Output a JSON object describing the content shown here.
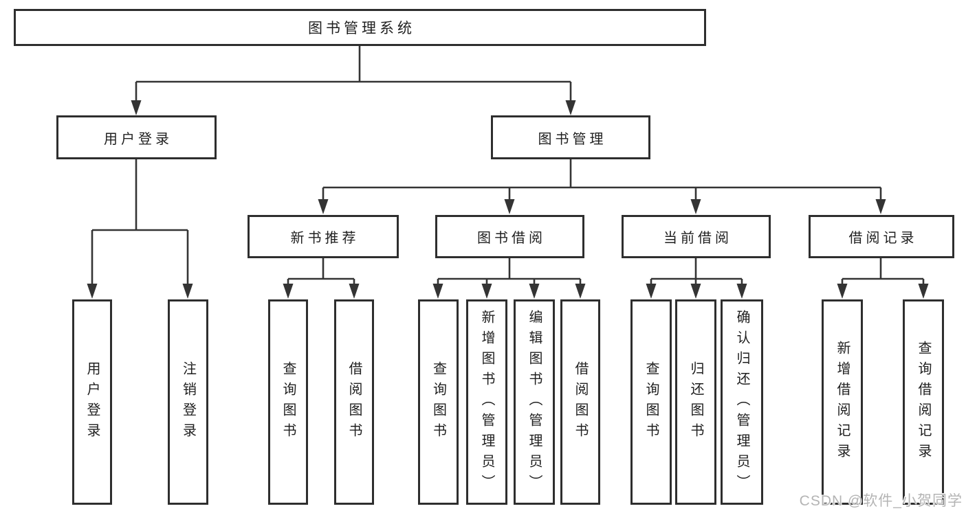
{
  "tree": {
    "label": "图书管理系统",
    "children": [
      {
        "label": "用户登录",
        "children": [
          {
            "label": "用户登录"
          },
          {
            "label": "注销登录"
          }
        ]
      },
      {
        "label": "图书管理",
        "children": [
          {
            "label": "新书推荐",
            "children": [
              {
                "label": "查询图书"
              },
              {
                "label": "借阅图书"
              }
            ]
          },
          {
            "label": "图书借阅",
            "children": [
              {
                "label": "查询图书"
              },
              {
                "label": "新增图书（管理员）"
              },
              {
                "label": "编辑图书（管理员）"
              },
              {
                "label": "借阅图书"
              }
            ]
          },
          {
            "label": "当前借阅",
            "children": [
              {
                "label": "查询图书"
              },
              {
                "label": "归还图书"
              },
              {
                "label": "确认归还（管理员）"
              }
            ]
          },
          {
            "label": "借阅记录",
            "children": [
              {
                "label": "新增借阅记录"
              },
              {
                "label": "查询借阅记录"
              }
            ]
          }
        ]
      }
    ]
  },
  "watermark": {
    "text": "CSDN @软件_小贺同学"
  },
  "colors": {
    "line": "#343434",
    "box_border": "#2e2e2e",
    "text": "#1f1f1f",
    "watermark": "#b4b4b4",
    "background": "#ffffff"
  }
}
